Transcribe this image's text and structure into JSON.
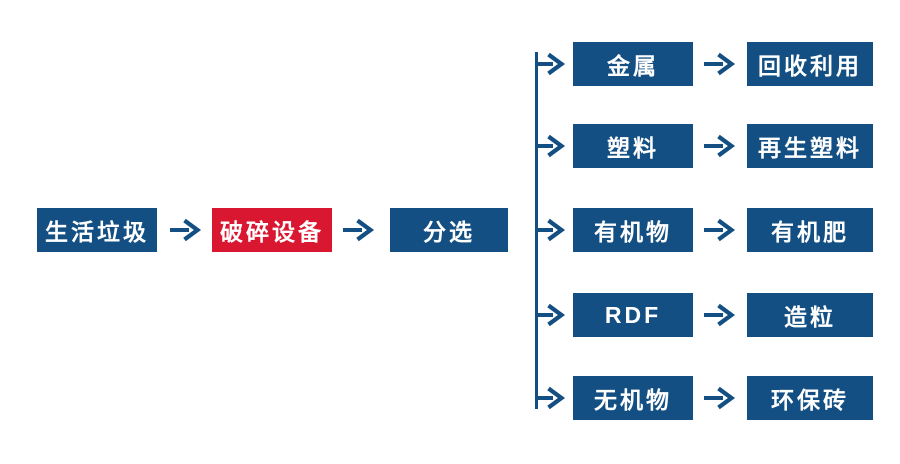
{
  "diagram": {
    "type": "flowchart",
    "colors": {
      "node_blue": "#134F82",
      "node_red": "#DA1730",
      "connector_blue": "#134F82",
      "text": "#FFFFFF",
      "background": "#FFFFFF"
    },
    "main_flow": [
      {
        "label": "生活垃圾",
        "variant": "blue"
      },
      {
        "label": "破碎设备",
        "variant": "red"
      },
      {
        "label": "分选",
        "variant": "blue"
      }
    ],
    "branches": [
      {
        "category": "金属",
        "result": "回收利用"
      },
      {
        "category": "塑料",
        "result": "再生塑料"
      },
      {
        "category": "有机物",
        "result": "有机肥"
      },
      {
        "category": "RDF",
        "result": "造粒"
      },
      {
        "category": "无机物",
        "result": "环保砖"
      }
    ],
    "icons": {
      "arrow": "right-arrow"
    }
  }
}
